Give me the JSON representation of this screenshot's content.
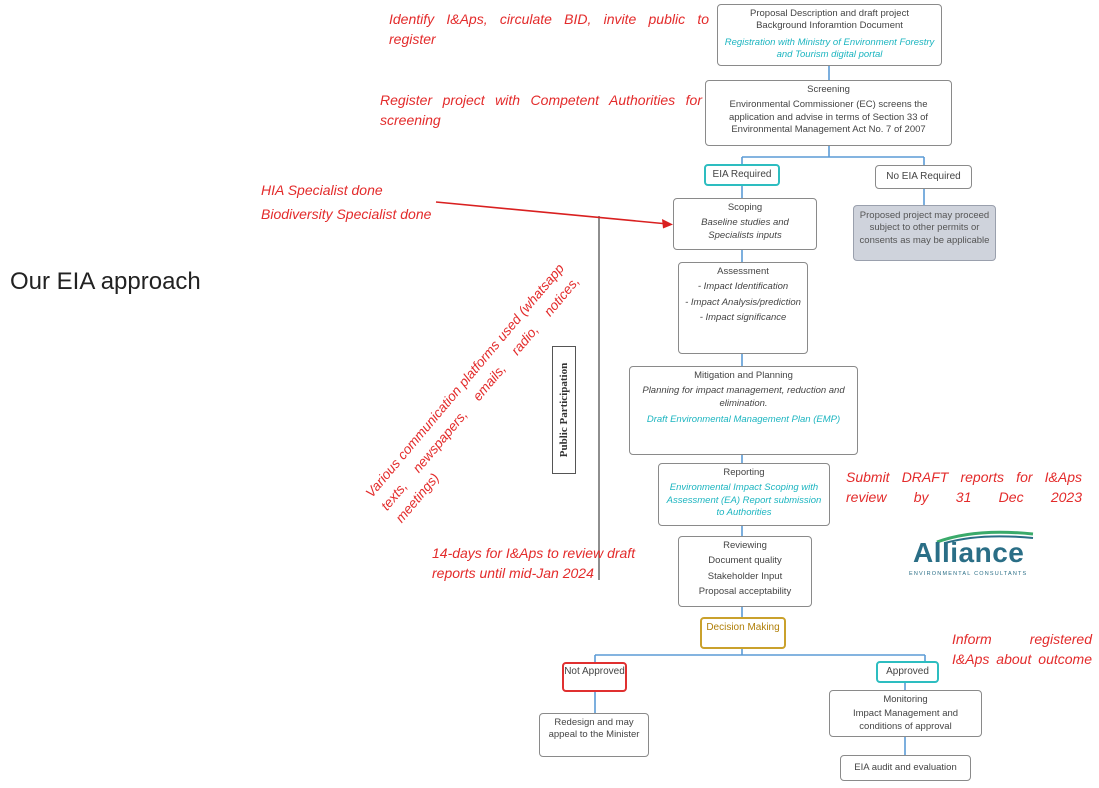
{
  "slide": {
    "title": "Our EIA approach"
  },
  "flow": {
    "proposal": {
      "line1": "Proposal Description and draft project",
      "line2": "Background Inforamtion Document",
      "note": "Registration with Ministry of Environment Forestry and Tourism digital portal"
    },
    "screening": {
      "heading": "Screening",
      "body": "Environmental Commissioner (EC) screens the application and advise in terms of Section 33 of Environmental Management Act No. 7 of 2007"
    },
    "eia_required": "EIA Required",
    "no_eia_required": "No EIA Required",
    "no_eia_note": "Proposed project may proceed subject to other permits or consents as may be applicable",
    "scoping": {
      "heading": "Scoping",
      "body": "Baseline studies and Specialists inputs"
    },
    "assessment": {
      "heading": "Assessment",
      "items": [
        "- Impact Identification",
        "- Impact Analysis/prediction",
        "- Impact significance"
      ]
    },
    "mitigation": {
      "heading": "Mitigation and Planning",
      "body": "Planning for impact management, reduction and elimination.",
      "note": "Draft Environmental Management Plan (EMP)"
    },
    "reporting": {
      "heading": "Reporting",
      "note": "Environmental Impact Scoping with Assessment (EA) Report submission to Authorities"
    },
    "reviewing": {
      "heading": "Reviewing",
      "items": [
        "Document quality",
        "Stakeholder Input",
        "Proposal acceptability"
      ]
    },
    "decision": "Decision Making",
    "not_approved": "Not Approved",
    "approved": "Approved",
    "redesign": "Redesign and may appeal to the Minister",
    "monitoring": {
      "heading": "Monitoring",
      "body": "Impact Management and conditions of approval"
    },
    "audit": "EIA audit and evaluation",
    "public_participation": "Public Participation"
  },
  "annotations": {
    "identify": "Identify I&Aps, circulate BID, invite public to register",
    "register": "Register project with Competent Authorities for screening",
    "hia": "HIA Specialist done",
    "biodiversity": "Biodiversity Specialist done",
    "platforms": "Various communication platforms used (whatsapp texts, newspapers, emails, radio, notices, meetings)",
    "submit": "Submit DRAFT reports for I&Aps review by 31 Dec 2023",
    "review_days": "14-days for I&Aps to review draft reports until mid-Jan 2024",
    "inform": "Inform registered I&Aps about outcome"
  },
  "logo": {
    "name": "Alliance",
    "tagline": "ENVIRONMENTAL CONSULTANTS"
  },
  "colors": {
    "annotation": "#e32b2b",
    "connector": "#5b9bd5",
    "teal": "#1cb5c0",
    "gold": "#caa12c",
    "red_border": "#e03030"
  }
}
